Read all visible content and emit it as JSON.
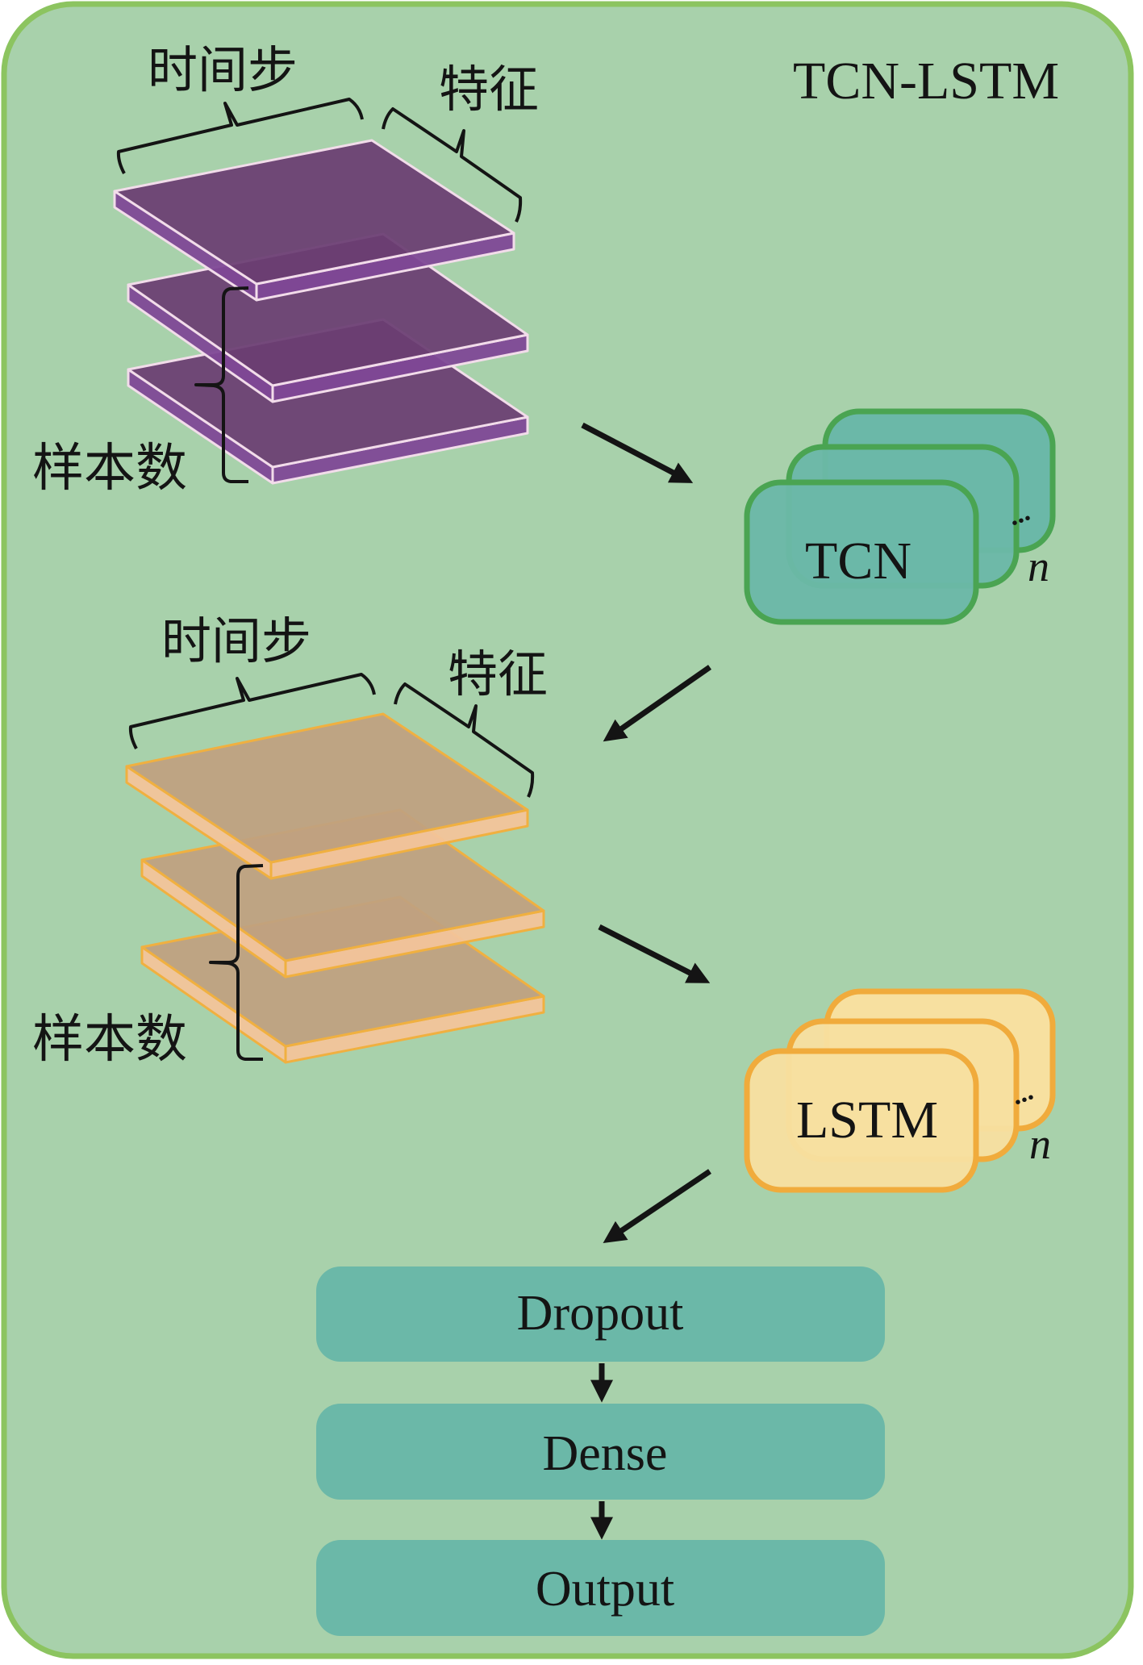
{
  "diagram": {
    "title": "TCN-LSTM",
    "colors": {
      "panel_fill": "#a8d1ab",
      "panel_border": "#8cc460",
      "purple_top": "#6a3d72",
      "purple_side": "#7e4896",
      "purple_edge": "#f2dcea",
      "orange_top": "#c0a080",
      "orange_side": "#f2c49a",
      "orange_edge": "#f0b040",
      "tcn_fill": "#6bb8a8",
      "tcn_border": "#4aa452",
      "lstm_fill": "#f7e0a0",
      "lstm_border": "#f0ab3c",
      "layer_fill": "#6bb8a8",
      "arrow": "#141414"
    },
    "input_tensor": {
      "label_timesteps": "时间步",
      "label_features": "特征",
      "label_samples": "样本数",
      "slabs": 3
    },
    "tcn_block": {
      "label": "TCN",
      "ellipsis": "...",
      "repeat": "n",
      "stack_depth": 3
    },
    "hidden_tensor": {
      "label_timesteps": "时间步",
      "label_features": "特征",
      "label_samples": "样本数",
      "slabs": 3
    },
    "lstm_block": {
      "label": "LSTM",
      "ellipsis": "...",
      "repeat": "n",
      "stack_depth": 3
    },
    "layers": [
      {
        "label": "Dropout"
      },
      {
        "label": "Dense"
      },
      {
        "label": "Output"
      }
    ]
  }
}
